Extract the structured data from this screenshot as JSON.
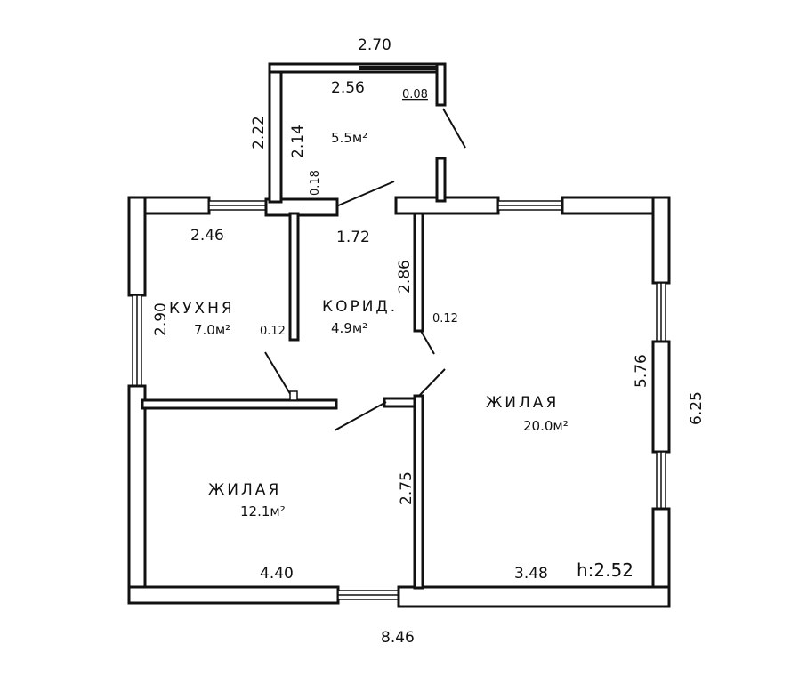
{
  "dimensions": {
    "top_width": "2.70",
    "vestibule_inner_width": "2.56",
    "vestibule_wall": "0.08",
    "vestibule_outer_depth": "2.22",
    "vestibule_inner_depth": "2.14",
    "partition_018": "0.18",
    "kitchen_width": "2.46",
    "corridor_width": "1.72",
    "corridor_depth": "2.86",
    "kitchen_depth": "2.90",
    "partition_left": "0.12",
    "partition_right": "0.12",
    "bedroom_depth": "2.75",
    "bedroom_width": "4.40",
    "living_width": "3.48",
    "ceiling_height": "h:2.52",
    "living_depth": "5.76",
    "total_depth": "6.25",
    "total_width": "8.46"
  },
  "rooms": {
    "vestibule": {
      "area": "5.5м²"
    },
    "kitchen": {
      "name": "КУХНЯ",
      "area": "7.0м²"
    },
    "corridor": {
      "name": "КОРИД.",
      "area": "4.9м²"
    },
    "living_large": {
      "name": "ЖИЛАЯ",
      "area": "20.0м²"
    },
    "living_small": {
      "name": "ЖИЛАЯ",
      "area": "12.1м²"
    }
  }
}
